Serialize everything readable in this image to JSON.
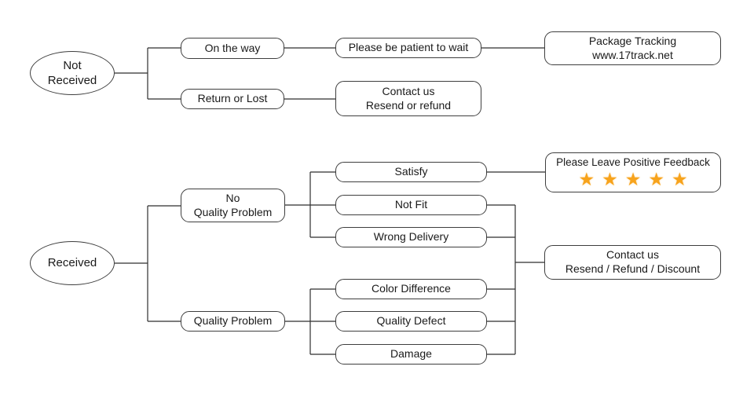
{
  "diagram_type": "customer-service-flowchart",
  "colors": {
    "background": "#ffffff",
    "node_border": "#3e3e3e",
    "connector_line": "#2f2f2f",
    "text": "#1a1a1a",
    "star": "#F7A31C"
  },
  "nodes": {
    "not_received": {
      "lines": [
        "Not",
        "Received"
      ]
    },
    "on_the_way": {
      "lines": [
        "On the way"
      ]
    },
    "be_patient": {
      "lines": [
        "Please be patient to wait"
      ]
    },
    "package_tracking": {
      "lines": [
        "Package Tracking",
        "www.17track.net"
      ]
    },
    "return_or_lost": {
      "lines": [
        "Return or Lost"
      ]
    },
    "contact_resend_refund": {
      "lines": [
        "Contact us",
        "Resend or refund"
      ]
    },
    "received": {
      "lines": [
        "Received"
      ]
    },
    "no_quality_problem": {
      "lines": [
        "No",
        "Quality Problem"
      ]
    },
    "quality_problem": {
      "lines": [
        "Quality Problem"
      ]
    },
    "satisfy": {
      "lines": [
        "Satisfy"
      ]
    },
    "not_fit": {
      "lines": [
        "Not Fit"
      ]
    },
    "wrong_delivery": {
      "lines": [
        "Wrong Delivery"
      ]
    },
    "color_difference": {
      "lines": [
        "Color Difference"
      ]
    },
    "quality_defect": {
      "lines": [
        "Quality Defect"
      ]
    },
    "damage": {
      "lines": [
        "Damage"
      ]
    },
    "positive_feedback": {
      "lines": [
        "Please Leave Positive Feedback"
      ],
      "star_glyph": "★",
      "star_count": 5
    },
    "contact_resend_refund_discount": {
      "lines": [
        "Contact us",
        "Resend / Refund / Discount"
      ]
    }
  }
}
